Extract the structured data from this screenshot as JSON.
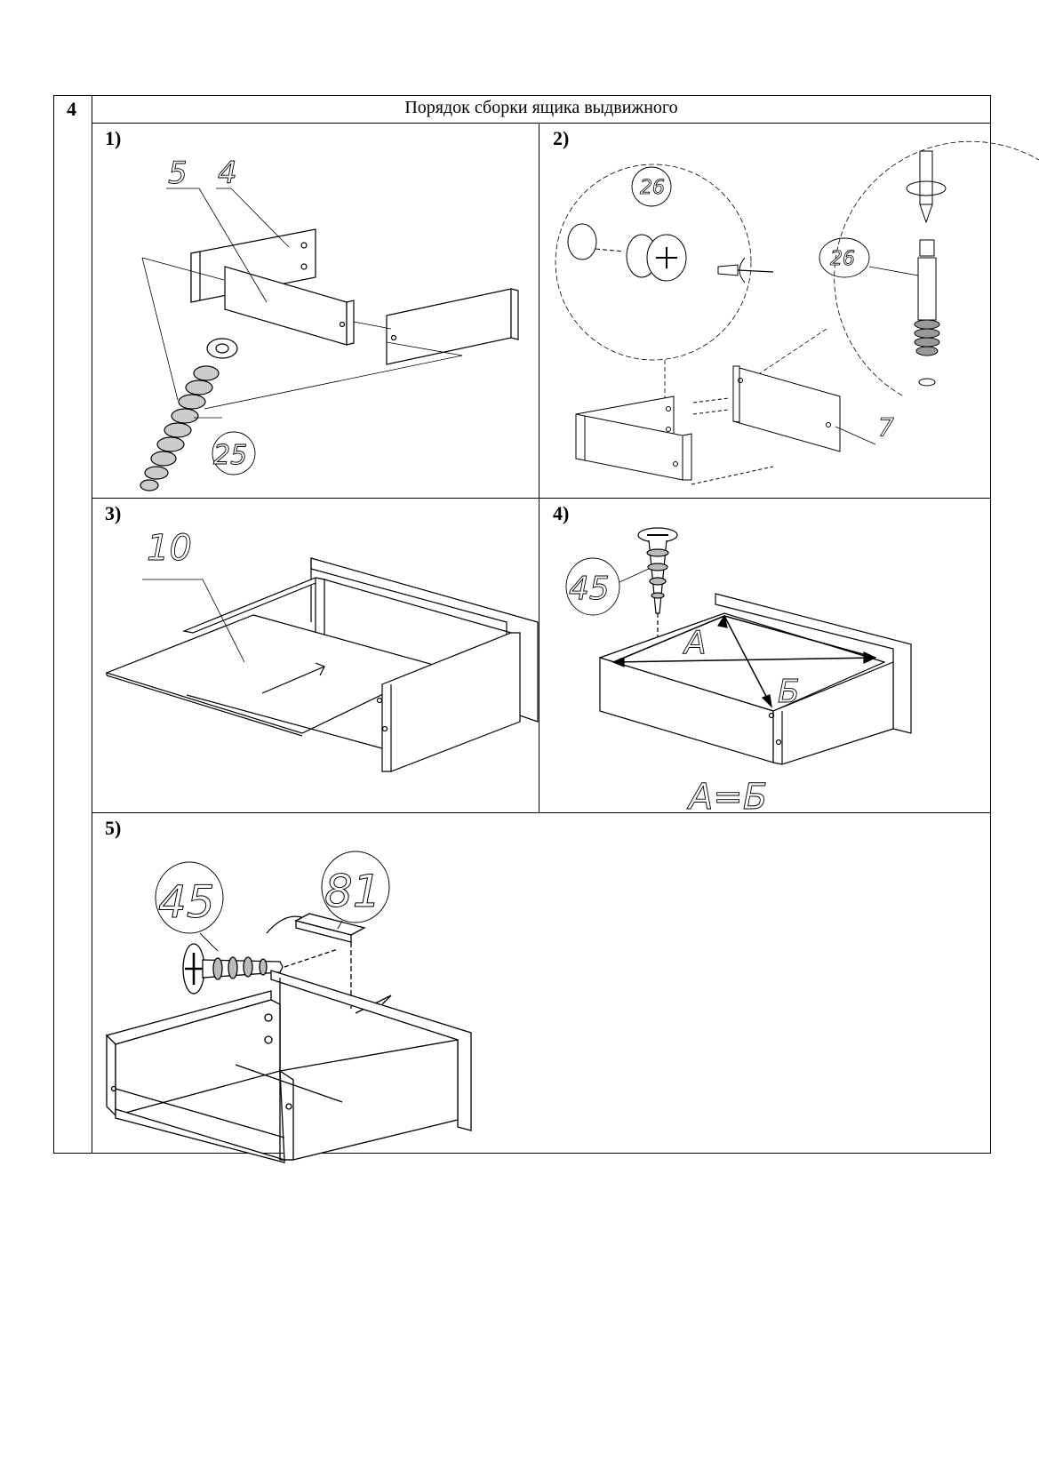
{
  "section_number": "4",
  "title": "Порядок сборки ящика выдвижного",
  "steps": [
    {
      "label": "1)",
      "parts": [
        "5",
        "4",
        "25"
      ]
    },
    {
      "label": "2)",
      "parts": [
        "26",
        "26",
        "7"
      ]
    },
    {
      "label": "3)",
      "parts": [
        "10"
      ]
    },
    {
      "label": "4)",
      "parts": [
        "45",
        "А",
        "Б"
      ],
      "note": "А=Б"
    },
    {
      "label": "5)",
      "parts": [
        "45",
        "81"
      ]
    }
  ]
}
